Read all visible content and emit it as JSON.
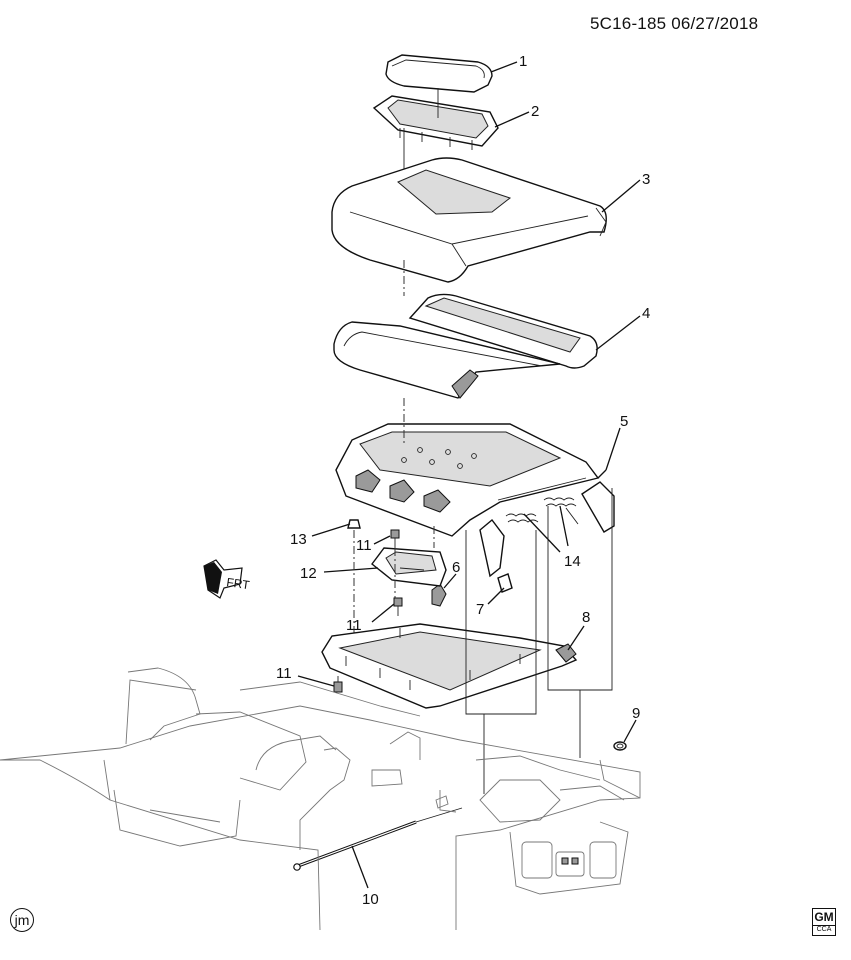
{
  "header": {
    "doc_id": "5C16-185  06/27/2018"
  },
  "callouts": [
    {
      "id": "1",
      "label": "1"
    },
    {
      "id": "2",
      "label": "2"
    },
    {
      "id": "3",
      "label": "3"
    },
    {
      "id": "4",
      "label": "4"
    },
    {
      "id": "5",
      "label": "5"
    },
    {
      "id": "6",
      "label": "6"
    },
    {
      "id": "7",
      "label": "7"
    },
    {
      "id": "8",
      "label": "8"
    },
    {
      "id": "9",
      "label": "9"
    },
    {
      "id": "10",
      "label": "10"
    },
    {
      "id": "11a",
      "label": "11"
    },
    {
      "id": "11b",
      "label": "11"
    },
    {
      "id": "11c",
      "label": "11"
    },
    {
      "id": "12",
      "label": "12"
    },
    {
      "id": "13",
      "label": "13"
    },
    {
      "id": "14",
      "label": "14"
    }
  ],
  "front_arrow": {
    "label": "FRT"
  },
  "footer": {
    "badge_left": "jm",
    "badge_right": "GM",
    "badge_right_sub": "CCA"
  }
}
